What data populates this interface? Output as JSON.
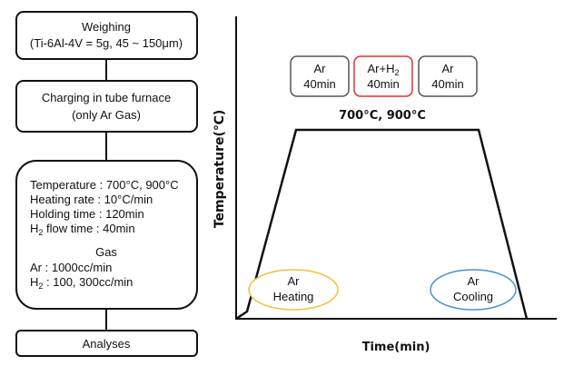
{
  "flowchart": {
    "step1": {
      "line1": "Weighing",
      "line2": "(Ti-6Al-4V = 5g, 45 ~ 150μm)"
    },
    "step2": {
      "line1": "Charging in tube furnace",
      "line2": "(only Ar Gas)"
    },
    "step3": {
      "temperature": "Temperature : 700°C, 900°C",
      "heating_rate": "Heating rate : 10°C/min",
      "holding_time": "Holding time : 120min",
      "h2_flow_prefix": "H",
      "h2_flow_sub": "2",
      "h2_flow_suffix": " flow time : 40min",
      "gas_title": "Gas",
      "ar_flow": "Ar : 1000cc/min",
      "h2_prefix": "H",
      "h2_sub": "2",
      "h2_suffix": " : 100, 300cc/min"
    },
    "step4": {
      "label": "Analyses"
    }
  },
  "profile": {
    "y_axis_label": "Temperature(℃)",
    "x_axis_label": "Time(min)",
    "hold_temperature": "700°C, 900°C",
    "gas_stages": [
      {
        "gas": "Ar",
        "gas_sub": "",
        "duration": "40min",
        "border_color": "#555555"
      },
      {
        "gas": "Ar+H",
        "gas_sub": "2",
        "duration": "40min",
        "border_color": "#e03030"
      },
      {
        "gas": "Ar",
        "gas_sub": "",
        "duration": "40min",
        "border_color": "#555555"
      }
    ],
    "heating_note": {
      "line1": "Ar",
      "line2": "Heating",
      "color": "#f0c040"
    },
    "cooling_note": {
      "line1": "Ar",
      "line2": "Cooling",
      "color": "#4a90d0"
    }
  }
}
